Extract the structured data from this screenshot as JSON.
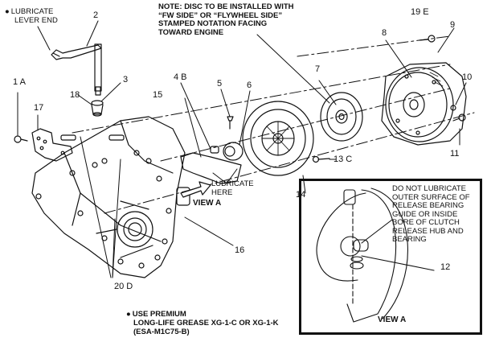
{
  "notes": {
    "lubricate_lever": {
      "bullet": true,
      "line1": "LUBRICATE",
      "line2": "LEVER END"
    },
    "disc_install": "NOTE: DISC TO BE INSTALLED WITH\n“FW SIDE” OR “FLYWHEEL SIDE”\nSTAMPED NOTATION FACING\nTOWARD ENGINE",
    "lubricate_here": "LUBRICATE\nHERE",
    "view_a_arrow": "VIEW A",
    "grease": {
      "bullet": true,
      "line1": "USE PREMIUM",
      "line2": "LONG-LIFE GREASE XG-1-C OR XG-1-K",
      "line3": "(ESA-M1C75-B)"
    },
    "do_not_lubricate": "DO NOT LUBRICATE\nOUTER SURFACE OF\nRELEASE BEARING\nGUIDE OR INSIDE\nBORE OF CLUTCH\nRELEASE HUB AND\nBEARING",
    "view_a_caption": "VIEW A"
  },
  "callouts": {
    "c1": "1 A",
    "c2": "2",
    "c3": "3",
    "c4": "4 B",
    "c5": "5",
    "c6": "6",
    "c7": "7",
    "c8": "8",
    "c9": "9",
    "c10": "10",
    "c11": "11",
    "c12": "12",
    "c13": "13 C",
    "c14": "14",
    "c15": "15",
    "c16": "16",
    "c17": "17",
    "c18": "18",
    "c19": "19 E",
    "c20": "20 D"
  },
  "colors": {
    "ink": "#111111",
    "paper": "#ffffff"
  }
}
